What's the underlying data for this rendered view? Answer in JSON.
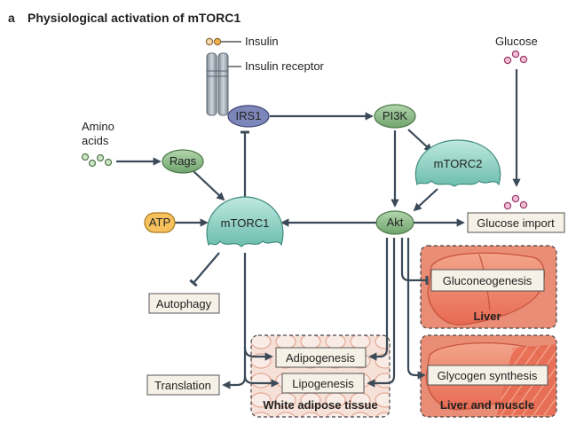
{
  "panel": {
    "letter": "a",
    "title": "Physiological activation of mTORC1"
  },
  "inputs": {
    "insulin": "Insulin",
    "insulin_receptor": "Insulin receptor",
    "amino_acids_line1": "Amino",
    "amino_acids_line2": "acids",
    "glucose": "Glucose"
  },
  "nodes": {
    "irs1": "IRS1",
    "pi3k": "PI3K",
    "rags": "Rags",
    "mtorc2": "mTORC2",
    "atp": "ATP",
    "mtorc1": "mTORC1",
    "akt": "Akt"
  },
  "outputs": {
    "glucose_import": "Glucose import",
    "autophagy": "Autophagy",
    "translation": "Translation",
    "gluconeogenesis": "Gluconeogenesis",
    "adipogenesis": "Adipogenesis",
    "lipogenesis": "Lipogenesis",
    "glycogen_synthesis": "Glycogen synthesis"
  },
  "tissues": {
    "liver": "Liver",
    "liver_and_muscle": "Liver and muscle",
    "white_adipose": "White adipose tissue"
  },
  "colors": {
    "green_node": "#7fb07f",
    "teal_node": "#8fd0c4",
    "irs1_node": "#7d86b8",
    "atp_node": "#f6c15c",
    "output_box": "#f6f1e6",
    "liver_bg": "#e8674f",
    "adipose_bg": "#f3d5cb",
    "line": "#3b4a58"
  }
}
